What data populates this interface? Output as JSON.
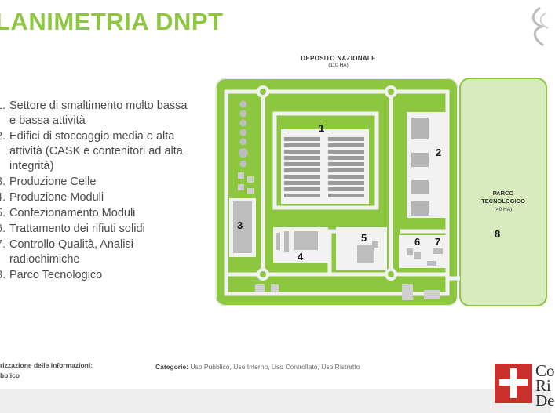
{
  "header": {
    "title": "LANIMETRIA DNPT"
  },
  "legend": {
    "items": [
      {
        "num": "1.",
        "text": "Settore di smaltimento molto bassa e bassa attività"
      },
      {
        "num": "2.",
        "text": "Edifici di stoccaggio media e alta attività (CASK e contenitori ad alta integrità)"
      },
      {
        "num": "3.",
        "text": "Produzione Celle"
      },
      {
        "num": "4.",
        "text": "Produzione Moduli"
      },
      {
        "num": "5.",
        "text": "Confezionamento Moduli"
      },
      {
        "num": "6.",
        "text": "Trattamento dei rifiuti solidi"
      },
      {
        "num": "7.",
        "text": "Controllo Qualità, Analisi radiochimiche"
      },
      {
        "num": "8.",
        "text": "Parco Tecnologico"
      }
    ]
  },
  "map": {
    "deposito_title": "DEPOSITO NAZIONALE",
    "deposito_area": "(110 HA)",
    "parco_title_line1": "PARCO",
    "parco_title_line2": "TECNOLOGICO",
    "parco_area": "(40 HA)",
    "zone_labels": [
      "1",
      "2",
      "3",
      "4",
      "5",
      "6",
      "7",
      "8"
    ],
    "colors": {
      "green": "#8dc63f",
      "road": "#f2f2f2",
      "building": "#cfcfcf",
      "building_dark": "#9a9a9a",
      "park": "#d7ebbf"
    }
  },
  "footer": {
    "classification_label": "rizzazione delle informazioni:",
    "classification_value": "bblico",
    "categories_label": "Categorie:",
    "categories_value": "Uso Pubblico, Uso Interno, Uso Controllato, Uso Ristretto"
  },
  "logo": {
    "line1": "Co",
    "line2": "Ri",
    "line3": "De"
  }
}
